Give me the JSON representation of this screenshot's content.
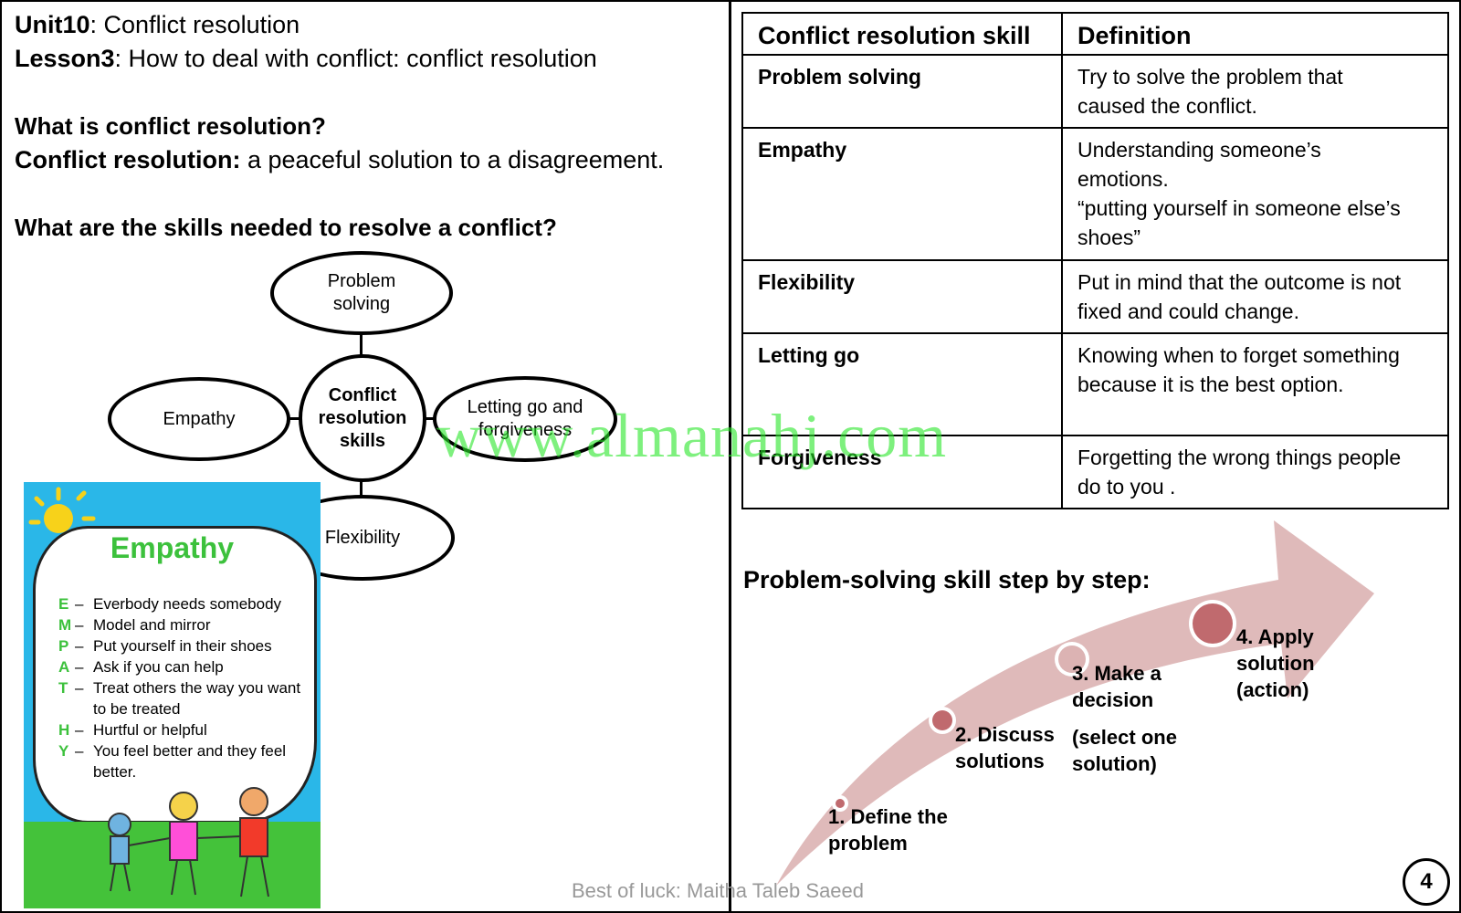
{
  "header": {
    "unit_label": "Unit10",
    "unit_title": ": Conflict resolution",
    "lesson_label": "Lesson3",
    "lesson_title": ": How to deal with conflict: conflict resolution"
  },
  "definition": {
    "question": "What is conflict resolution?",
    "term": "Conflict resolution:",
    "text": " a peaceful solution to a disagreement."
  },
  "skills_question": "What are the skills needed to resolve a conflict?",
  "diagram": {
    "center": [
      "Conflict",
      "resolution",
      "skills"
    ],
    "top": [
      "Problem",
      "solving"
    ],
    "left": [
      "Empathy"
    ],
    "right": [
      "Letting go and",
      "forgiveness"
    ],
    "bottom": [
      "Flexibility"
    ]
  },
  "poster": {
    "title": "Empathy",
    "items": [
      {
        "letter": "E",
        "dash": "–",
        "text": "Everbody needs somebody"
      },
      {
        "letter": "M",
        "dash": "–",
        "text": "Model and mirror"
      },
      {
        "letter": "P",
        "dash": "–",
        "text": "Put yourself in their shoes"
      },
      {
        "letter": "A",
        "dash": "–",
        "text": "Ask if you can help"
      },
      {
        "letter": "T",
        "dash": "–",
        "text": "Treat others the way you want to be treated"
      },
      {
        "letter": "H",
        "dash": "–",
        "text": "Hurtful or helpful"
      },
      {
        "letter": "Y",
        "dash": "–",
        "text": "You feel better and they feel better."
      }
    ]
  },
  "table": {
    "headers": [
      "Conflict resolution skill",
      "Definition"
    ],
    "rows": [
      {
        "skill": "Problem solving",
        "definition": [
          "Try to solve the problem that",
          "caused the conflict."
        ]
      },
      {
        "skill": "Empathy",
        "definition": [
          "Understanding someone’s",
          "emotions.",
          "“putting yourself in someone else’s",
          "shoes”"
        ]
      },
      {
        "skill": "Flexibility",
        "definition": [
          "Put in mind that the outcome is not",
          "fixed and could change."
        ]
      },
      {
        "skill": "Letting go",
        "definition": [
          "Knowing when to forget something",
          "because it is the best option."
        ]
      },
      {
        "skill": "Forgiveness",
        "definition": [
          "Forgetting the wrong things people",
          "do to you ."
        ]
      }
    ]
  },
  "steps_title": "Problem-solving skill step by step:",
  "steps": [
    {
      "lines": [
        "1. Define the",
        "problem"
      ]
    },
    {
      "lines": [
        "2. Discuss",
        "solutions"
      ]
    },
    {
      "lines": [
        "3. Make a",
        "decision"
      ],
      "note": [
        "(select one",
        "solution)"
      ]
    },
    {
      "lines": [
        "4. Apply",
        "solution",
        "(action)"
      ]
    }
  ],
  "colors": {
    "arrow": "#dcb3b3",
    "dot": "#c06a6e",
    "watermark": "#28e628"
  },
  "watermark": "www.almanahj.com",
  "footer": "Best of luck: Maitha Taleb Saeed",
  "page_number": "4"
}
